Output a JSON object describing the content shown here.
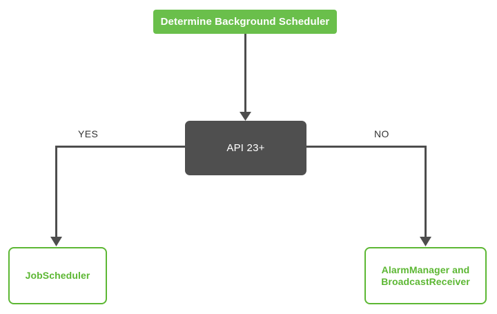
{
  "diagram": {
    "title": "Determine Background Scheduler",
    "type": "flowchart",
    "colors": {
      "start_fill": "#6abf4b",
      "start_text": "#ffffff",
      "decision_fill": "#4f4f4f",
      "decision_text": "#ffffff",
      "outcome_border": "#5cb733",
      "outcome_text": "#5cb733",
      "outcome_fill": "#ffffff",
      "edge": "#4d4d4d",
      "edge_label_text": "#333333",
      "background": "#ffffff"
    },
    "nodes": {
      "start": {
        "label": "Determine Background Scheduler"
      },
      "decision": {
        "label": "API 23+"
      },
      "outcome_yes": {
        "label": "JobScheduler"
      },
      "outcome_no": {
        "label_line1": "AlarmManager and",
        "label_line2": "BroadcastReceiver"
      }
    },
    "edges": {
      "yes_label": "YES",
      "no_label": "NO"
    }
  }
}
